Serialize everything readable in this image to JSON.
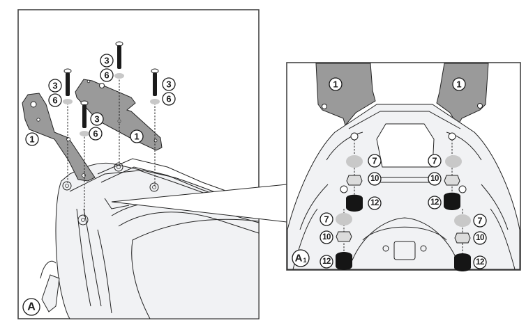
{
  "diagram": {
    "title": "Rear rack mounting bracket assembly",
    "panels": [
      {
        "id": "A",
        "label": "A"
      },
      {
        "id": "A1",
        "label": "A",
        "label_sub": "1"
      }
    ],
    "part_callouts": {
      "bracket": "1",
      "screw": "3",
      "washer_small": "6",
      "washer_large": "7",
      "nut": "10",
      "rubber_bumper": "12"
    }
  }
}
